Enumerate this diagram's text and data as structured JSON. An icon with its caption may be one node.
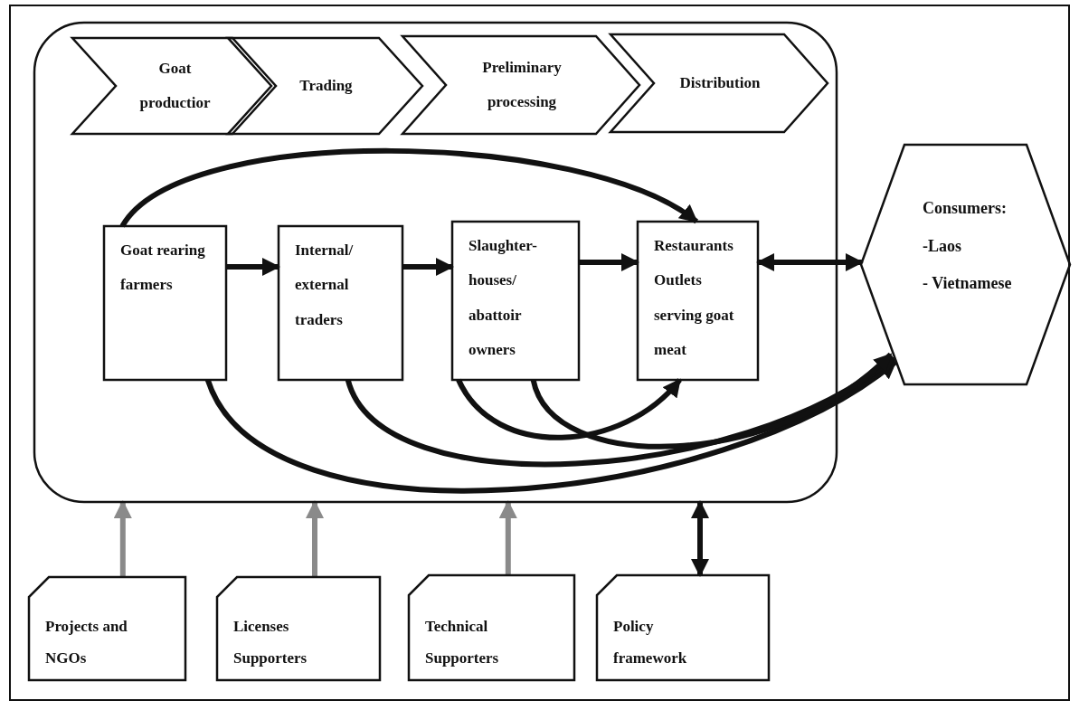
{
  "diagram": {
    "nodes": [
      {
        "text": [],
        "shape": "box"
      },
      {
        "text": [
          "Goat productior"
        ],
        "in": 0
      },
      {
        "text": [
          "Trading"
        ],
        "in": 0
      },
      {
        "text": [
          "Preliminary processing"
        ],
        "in": 0
      },
      {
        "text": [
          "Distribution"
        ],
        "in": 0
      },
      {
        "text": [
          "Goat rearing farmers"
        ],
        "in": 0
      },
      {
        "text": [
          "Internal/ external traders"
        ],
        "in": 0
      },
      {
        "text": [
          "Slaughter-houses/ abattoir owners"
        ],
        "in": 0
      },
      {
        "text": [
          "Restaurants Outlets serving goat meat"
        ],
        "in": 0
      },
      {
        "text": [
          "Consumers:",
          "-Laos",
          "- Vietnamese"
        ]
      },
      {
        "text": [
          "Projects and NGOs"
        ]
      },
      {
        "text": [
          "Licenses Supporters"
        ]
      },
      {
        "text": [
          "Technical Supporters"
        ]
      },
      {
        "text": [
          "Policy framework"
        ]
      }
    ],
    "edges": [
      {
        "from": 5,
        "to": 6,
        "arrow": "to"
      },
      {
        "from": 6,
        "to": 7,
        "arrow": "to"
      },
      {
        "from": 7,
        "to": 8,
        "arrow": "to"
      },
      {
        "from": 8,
        "to": 9,
        "arrow": "both"
      },
      {
        "from": 5,
        "to": 8,
        "arrow": "to"
      },
      {
        "from": 5,
        "to": 9,
        "arrow": "to"
      },
      {
        "from": 6,
        "to": 9,
        "arrow": "to"
      },
      {
        "from": 7,
        "to": 8,
        "arrow": "to"
      },
      {
        "from": 7,
        "to": 9,
        "arrow": "to"
      },
      {
        "from": 10,
        "to": 0,
        "arrow": "to",
        "color": "#8a8a8a"
      },
      {
        "from": 11,
        "to": 0,
        "arrow": "to",
        "color": "#8a8a8a"
      },
      {
        "from": 12,
        "to": 0,
        "arrow": "to",
        "color": "#8a8a8a"
      },
      {
        "from": 13,
        "to": 0,
        "arrow": "both"
      }
    ]
  }
}
